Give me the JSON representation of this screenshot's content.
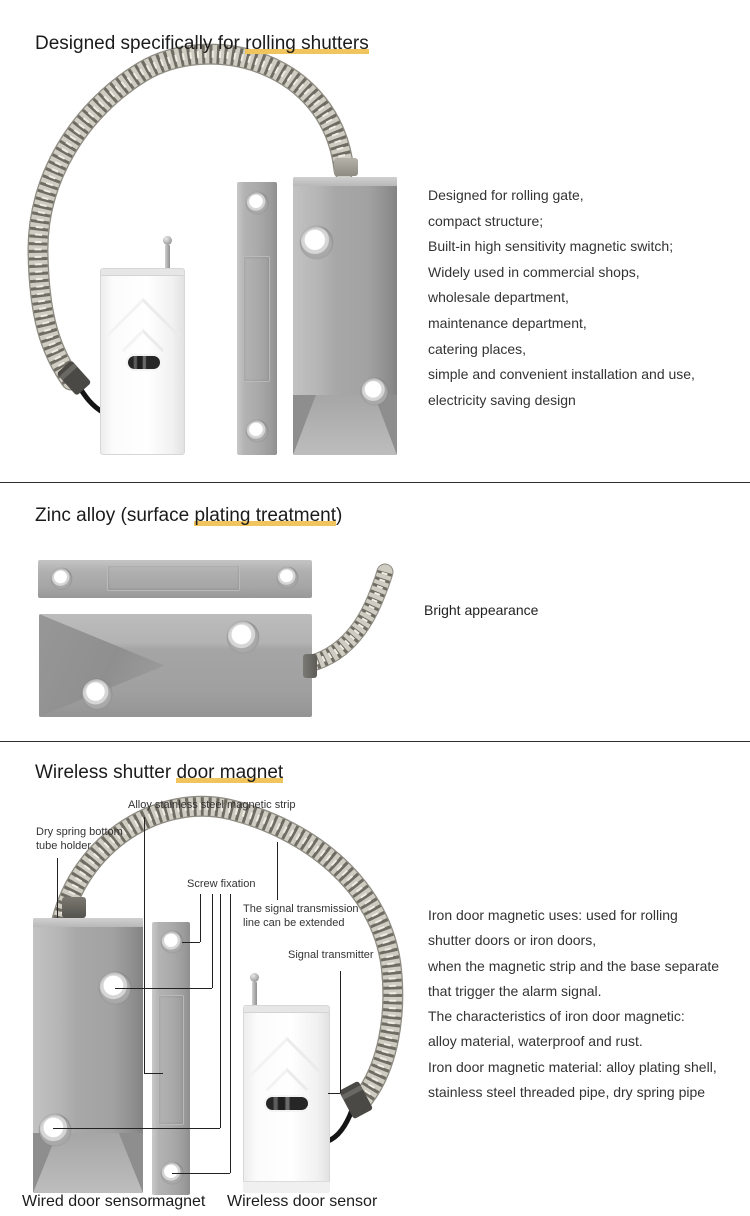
{
  "colors": {
    "highlight": "#f0c55e",
    "divider": "#2f2f2f",
    "metal": "#a8a8a8",
    "callout_line": "#222222"
  },
  "section1": {
    "heading": {
      "prefix": "Designed specifically for ",
      "highlight": "rolling shutters",
      "suffix": ""
    },
    "features": [
      "Designed for rolling gate,",
      "compact structure;",
      "Built-in high sensitivity magnetic switch;",
      "Widely used in commercial shops,",
      "wholesale department,",
      "maintenance department,",
      "catering places,",
      "simple and convenient installation and use,",
      "electricity saving design"
    ]
  },
  "section2": {
    "heading": {
      "prefix": "Zinc alloy (surface ",
      "highlight": "plating treatment",
      "suffix": ")"
    },
    "caption": "Bright appearance"
  },
  "section3": {
    "heading": {
      "prefix": "Wireless shutter ",
      "highlight": "door magnet",
      "suffix": ""
    },
    "callouts": {
      "magnetic_strip": "Alloy stainless steel magnetic strip",
      "tube_holder": "Dry spring bottom tube holder",
      "screw_fixation": "Screw fixation",
      "signal_line": "The signal transmission line can be extended",
      "signal_transmitter": "Signal transmitter"
    },
    "bottom_labels": {
      "wired": "Wired door sensor",
      "magnet": "magnet",
      "wireless": "Wireless door sensor"
    },
    "description": [
      "Iron door magnetic uses: used for rolling",
      "shutter doors or iron doors,",
      "when the magnetic strip and the base separate",
      "that trigger the alarm signal.",
      "The characteristics of iron door magnetic:",
      "alloy material, waterproof and rust.",
      "Iron door magnetic material: alloy plating shell,",
      "stainless steel threaded pipe, dry spring pipe"
    ]
  }
}
